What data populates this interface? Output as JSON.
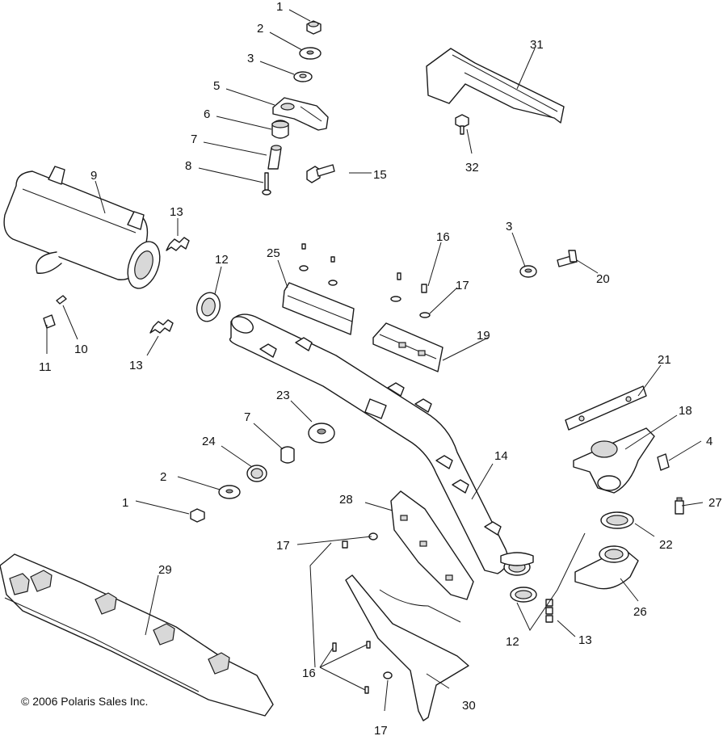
{
  "copyright": "© 2006 Polaris Sales Inc.",
  "callouts": {
    "c1a": "1",
    "c2a": "2",
    "c3a": "3",
    "c5": "5",
    "c6": "6",
    "c7a": "7",
    "c8": "8",
    "c15": "15",
    "c31": "31",
    "c32": "32",
    "c9": "9",
    "c13a": "13",
    "c12a": "12",
    "c25": "25",
    "c16a": "16",
    "c3b": "3",
    "c20": "20",
    "c17a": "17",
    "c10": "10",
    "c11": "11",
    "c13b": "13",
    "c19": "19",
    "c21": "21",
    "c23": "23",
    "c7b": "7",
    "c18": "18",
    "c24": "24",
    "c4": "4",
    "c2b": "2",
    "c14": "14",
    "c1b": "1",
    "c27": "27",
    "c28": "28",
    "c22": "22",
    "c17b": "17",
    "c29": "29",
    "c26": "26",
    "c12b": "12",
    "c13c": "13",
    "c16b": "16",
    "c30": "30",
    "c17c": "17"
  }
}
